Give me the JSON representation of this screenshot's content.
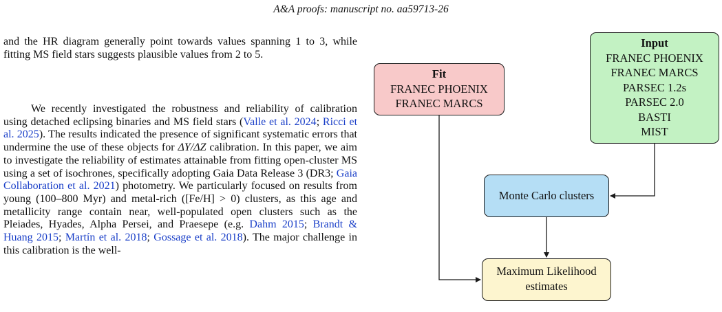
{
  "header": {
    "running_title": "A&A proofs: manuscript no. aa59713-26"
  },
  "body_text": {
    "para1": "and the HR diagram generally point towards values spanning 1 to 3, while fitting MS field stars suggests plausible values from 2 to 5.",
    "para2": {
      "t1": "We recently investigated the robustness and reliability of calibration using detached eclipsing binaries and MS field stars (",
      "c1": "Valle et al. 2024",
      "t2": "; ",
      "c2": "Ricci et al. 2025",
      "t3": "). The results indicated the presence of significant systematic errors that undermine the use of these objects for ",
      "m1": "ΔY/ΔZ",
      "t4": " calibration. In this paper, we aim to investigate the reliability of estimates attainable from fitting open-cluster MS using a set of isochrones, specifically adopting Gaia Data Release 3 (DR3; ",
      "c3": "Gaia Collaboration et al. 2021",
      "t5": ") photometry. We particularly focused on results from young (100–800 Myr) and metal-rich ([Fe/H] > 0) clusters, as this age and metallicity range contain near, well-populated open clusters such as the Pleiades, Hyades, Alpha Persei, and Praesepe (e.g. ",
      "c4": "Dahm 2015",
      "t6": "; ",
      "c5": "Brandt & Huang 2015",
      "t7": "; ",
      "c6": "Martín et al. 2018",
      "t8": "; ",
      "c7": "Gossage et al. 2018",
      "t9": "). The major challenge in this calibration is the well-"
    }
  },
  "diagram": {
    "fit": {
      "title": "Fit",
      "lines": [
        "FRANEC PHOENIX",
        "FRANEC MARCS"
      ]
    },
    "input": {
      "title": "Input",
      "lines": [
        "FRANEC PHOENIX",
        "FRANEC MARCS",
        "PARSEC 1.2s",
        "PARSEC 2.0",
        "BASTI",
        "MIST"
      ]
    },
    "monte_carlo": {
      "label": "Monte Carlo clusters"
    },
    "max_likelihood": {
      "lines": [
        "Maximum Likelihood",
        "estimates"
      ]
    }
  },
  "colors": {
    "citation": "#1a3fc8",
    "fit_fill": "#f8c9c9",
    "input_fill": "#c3f2c3",
    "monte_carlo_fill": "#b5def5",
    "max_likelihood_fill": "#fdf5cf"
  }
}
